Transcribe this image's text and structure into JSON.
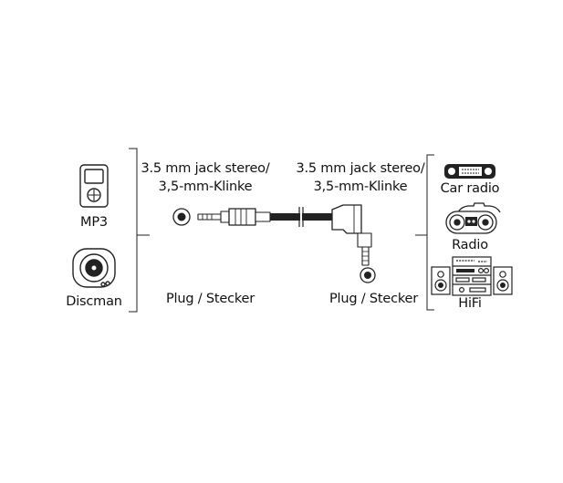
{
  "left_devices": [
    {
      "label": "MP3",
      "icon": "mp3-player-icon"
    },
    {
      "label": "Discman",
      "icon": "discman-icon"
    }
  ],
  "plug_left": {
    "spec_line1": "3.5 mm jack stereo/",
    "spec_line2": "3,5-mm-Klinke",
    "type_label": "Plug / Stecker"
  },
  "plug_right": {
    "spec_line1": "3.5 mm jack stereo/",
    "spec_line2": "3,5-mm-Klinke",
    "type_label": "Plug / Stecker"
  },
  "right_devices": [
    {
      "label": "Car radio",
      "icon": "car-radio-icon"
    },
    {
      "label": "Radio",
      "icon": "boombox-icon"
    },
    {
      "label": "HiFi",
      "icon": "hifi-system-icon"
    }
  ],
  "colors": {
    "line": "#222222",
    "fill": "#ffffff",
    "gray": "#cfcfcf"
  }
}
